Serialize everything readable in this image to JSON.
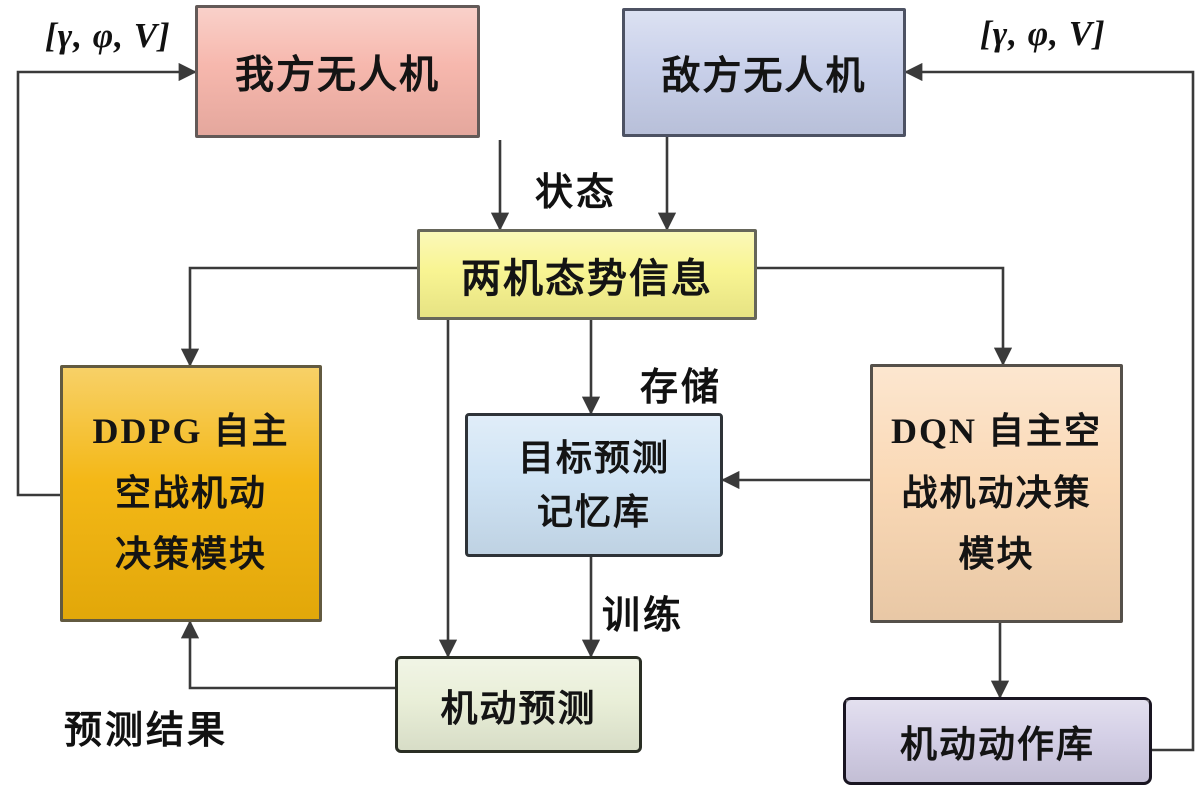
{
  "figure": {
    "background_color": "#ffffff",
    "connector_color": "#3a3a3a"
  },
  "nodes": {
    "our_uav": {
      "label": "我方无人机",
      "fill": "#f6b4a9",
      "border": "#635a58"
    },
    "enemy_uav": {
      "label": "敌方无人机",
      "fill": "#c6cee9",
      "border": "#4d5263"
    },
    "situation": {
      "label": "两机态势信息",
      "fill": "#f8f48d",
      "border": "#66665a"
    },
    "ddpg": {
      "label": "DDPG 自主\n空战机动\n决策模块",
      "fill": "#f3b40a",
      "border": "#625a40"
    },
    "memory": {
      "label": "目标预测\n记忆库",
      "fill": "#cde2f4",
      "border": "#2e3338"
    },
    "dqn": {
      "label": "DQN 自主空\n战机动决策\n模块",
      "fill": "#fad7b2",
      "border": "#55504a"
    },
    "prediction": {
      "label": "机动预测",
      "fill": "#e8eed6",
      "border": "#2a2e24"
    },
    "action_lib": {
      "label": "机动动作库",
      "fill": "#d2cde5",
      "border": "#191521"
    }
  },
  "edge_labels": {
    "state": "状态",
    "store": "存储",
    "train": "训练",
    "prediction_result": "预测结果",
    "our_uav_params": "[γ, φ, V]",
    "enemy_uav_params": "[γ, φ, V]"
  }
}
